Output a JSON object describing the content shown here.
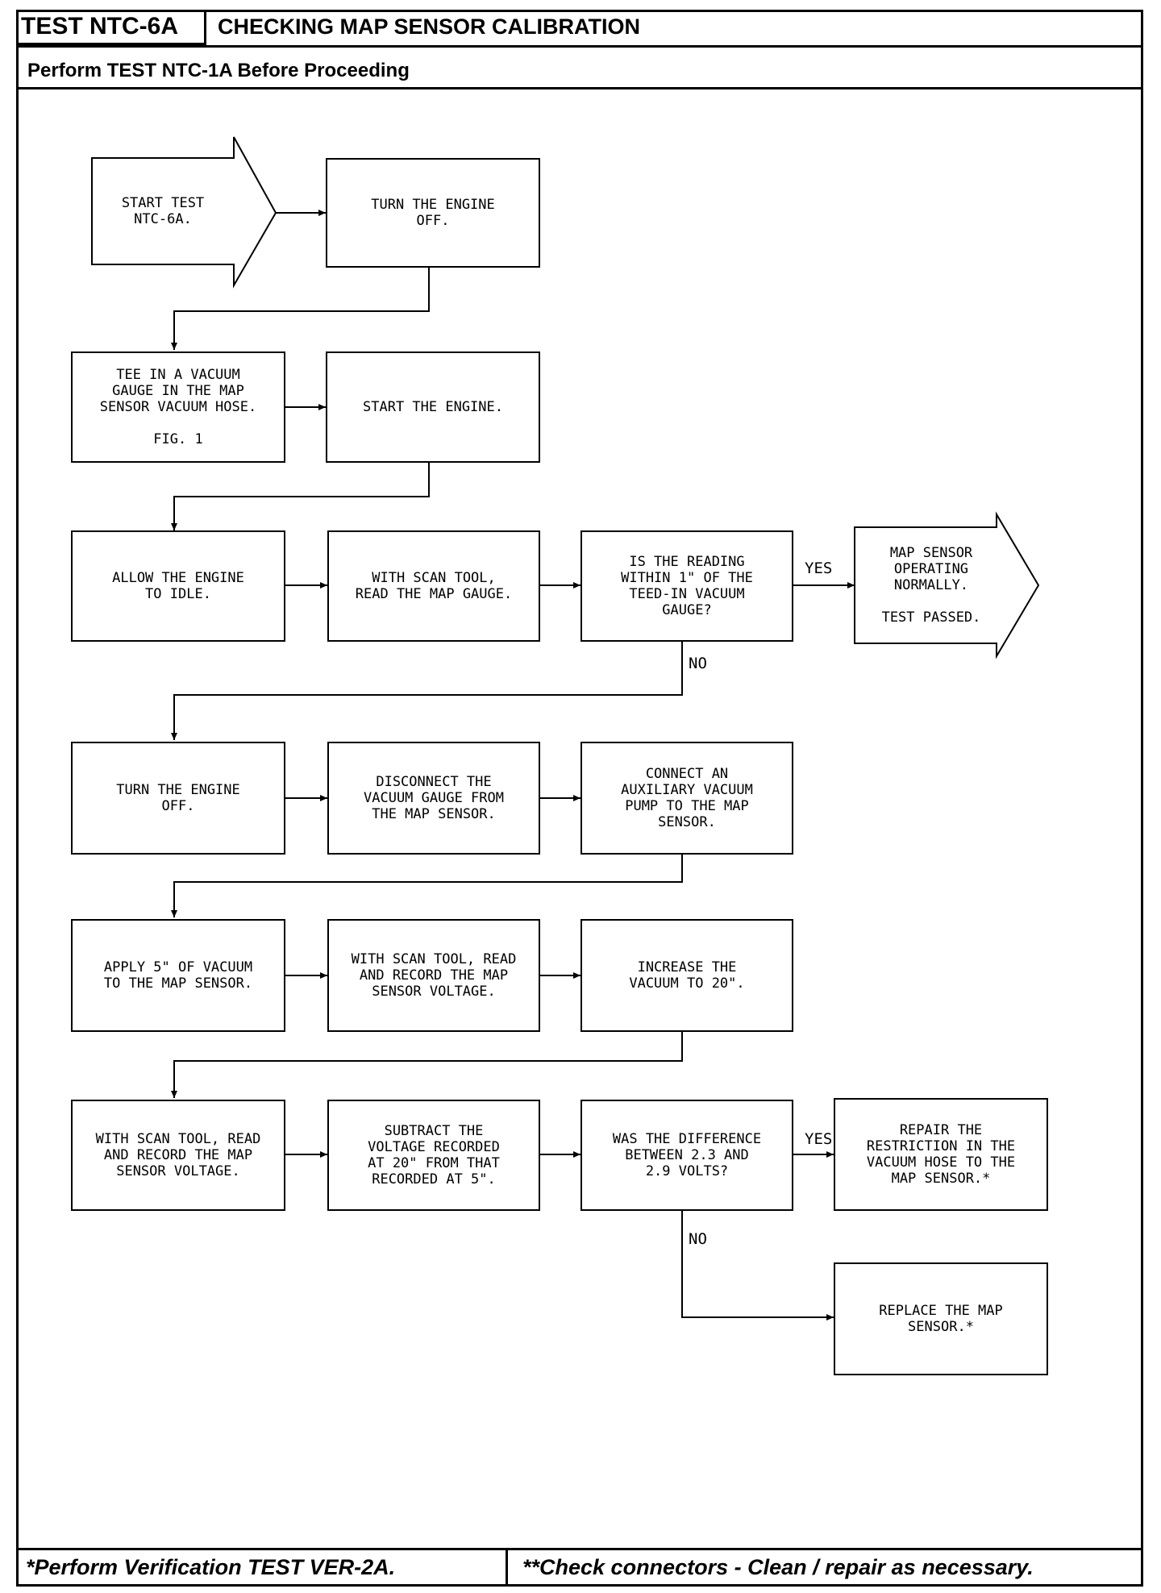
{
  "header": {
    "test_id": "TEST NTC-6A",
    "title": "CHECKING MAP SENSOR CALIBRATION",
    "prerequisite": "Perform TEST NTC-1A Before Proceeding"
  },
  "flowchart": {
    "start": "START TEST\nNTC-6A.",
    "step_engine_off_1": "TURN THE ENGINE\nOFF.",
    "step_tee_gauge": "TEE IN A VACUUM\nGAUGE IN THE MAP\nSENSOR VACUUM HOSE.\n\nFIG. 1",
    "step_start_engine": "START THE ENGINE.",
    "step_idle": "ALLOW THE ENGINE\nTO IDLE.",
    "step_read_gauge": "WITH SCAN TOOL,\nREAD THE MAP GAUGE.",
    "decision_reading": "IS THE READING\nWITHIN 1\" OF THE\nTEED-IN VACUUM\nGAUGE?",
    "result_passed": "MAP SENSOR\nOPERATING\nNORMALLY.\n\nTEST PASSED.",
    "step_engine_off_2": "TURN THE ENGINE\nOFF.",
    "step_disconnect": "DISCONNECT THE\nVACUUM GAUGE FROM\nTHE MAP SENSOR.",
    "step_connect_pump": "CONNECT AN\nAUXILIARY VACUUM\nPUMP TO THE MAP\nSENSOR.",
    "step_apply_5": "APPLY 5\" OF VACUUM\nTO THE MAP SENSOR.",
    "step_record_1": "WITH SCAN TOOL, READ\nAND RECORD THE MAP\nSENSOR VOLTAGE.",
    "step_increase_20": "INCREASE THE\nVACUUM TO 20\".",
    "step_record_2": "WITH SCAN TOOL, READ\nAND RECORD THE MAP\nSENSOR VOLTAGE.",
    "step_subtract": "SUBTRACT THE\nVOLTAGE RECORDED\nAT 20\" FROM THAT\nRECORDED AT 5\".",
    "decision_difference": "WAS THE DIFFERENCE\nBETWEEN 2.3 AND\n2.9 VOLTS?",
    "result_repair": "REPAIR THE\nRESTRICTION IN THE\nVACUUM HOSE TO THE\nMAP SENSOR.*",
    "result_replace": "REPLACE THE MAP\nSENSOR.*",
    "label_yes_1": "YES",
    "label_no_1": "NO",
    "label_yes_2": "YES",
    "label_no_2": "NO"
  },
  "footer": {
    "left": "*Perform Verification TEST VER-2A.",
    "right": "**Check connectors - Clean / repair as necessary."
  }
}
